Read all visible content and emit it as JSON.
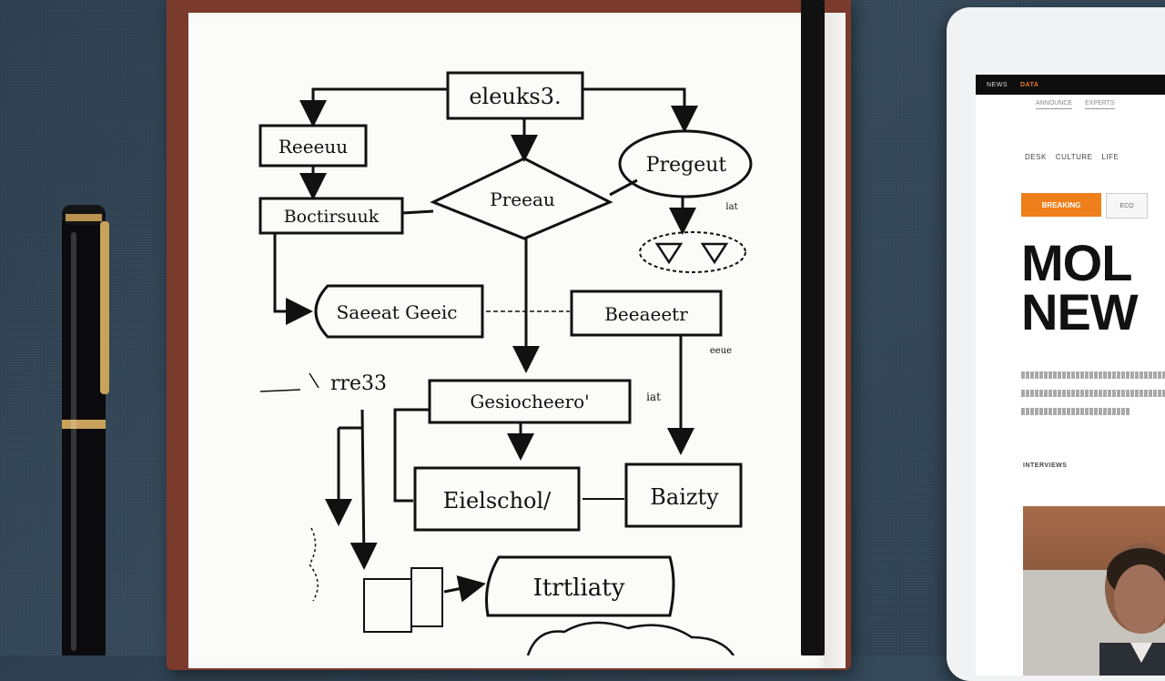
{
  "notebook": {
    "flowchart_labels": {
      "top_box": "eleuks3.",
      "left_box_1": "Reeeuu",
      "decision": "Preeau",
      "oval_right": "Pregeut",
      "left_box_2": "Boctirsuuk",
      "rounded_box": "Saeeat  Geeic",
      "right_box": "Beeaeetr",
      "middle_box": "Gesiocheero'",
      "bottom_left_box": "Eielschol/",
      "bottom_right_box": "Baizty",
      "bottom_box": "Itrtliaty",
      "margin_note": "rre33",
      "small_note_1": "lat",
      "small_note_2": "eeue",
      "small_note_3": "iat"
    }
  },
  "tablet": {
    "topbar_left": "NEWS",
    "topbar_brand": "DATA",
    "subnav": [
      "ANNOUNCE",
      "EXPERTS"
    ],
    "secnav": [
      "DESK",
      "CULTURE",
      "LIFE"
    ],
    "tag_primary": "BREAKING",
    "tag_secondary": "ECO",
    "headline_line1": "MOL",
    "headline_line2": "NEW",
    "byline": "INTERVIEWS",
    "accent_color": "#ef7f1a"
  }
}
